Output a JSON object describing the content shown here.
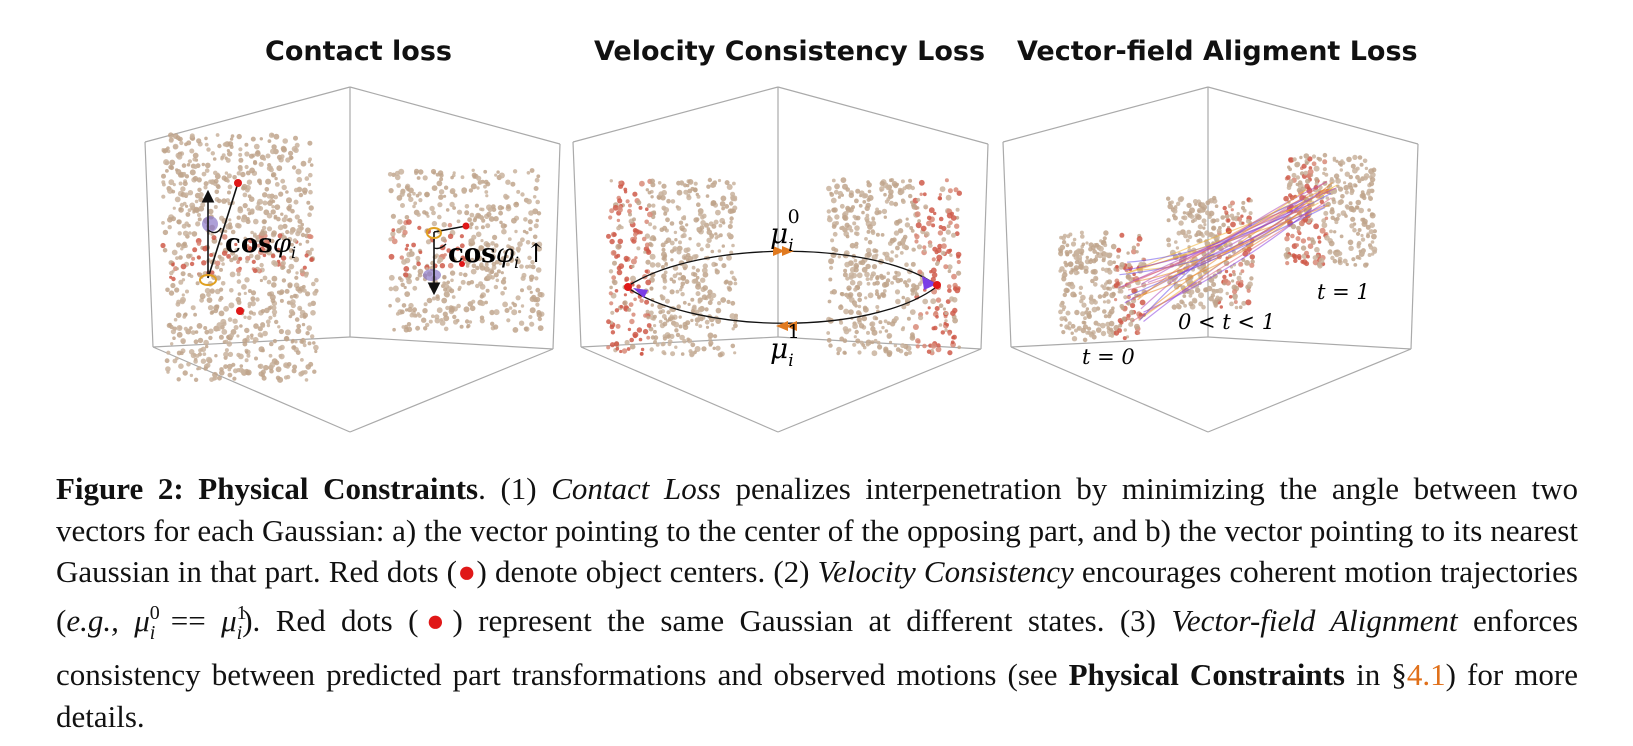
{
  "panels": [
    {
      "title": "Contact loss",
      "label_1": "cos",
      "label_1b": "φ",
      "label_1c": "i",
      "label_2": "cos",
      "label_2b": "φ",
      "label_2c": "i",
      "label_2d": "↑"
    },
    {
      "title": "Velocity Consistency Loss",
      "mu": "μ",
      "sub": "i",
      "sup_top": "0",
      "sup_bottom": "1"
    },
    {
      "title": "Vector-field Aligment Loss",
      "t0": "t = 0",
      "tmid": "0 < t < 1",
      "t1": "t = 1"
    }
  ],
  "caption": {
    "fig_label": "Figure 2: Physical Constraints",
    "p1": ". (1) ",
    "contact": "Contact Loss",
    "p2": " penalizes interpenetration by minimizing the angle between two vectors for each Gaussian: a) the vector pointing to the center of the opposing part, and b) the vector pointing to its nearest Gaussian in that part. Red dots (",
    "dot": "●",
    "p3": ") denote object centers. (2) ",
    "velocity": "Velocity Consistency",
    "p4": " encourages coherent motion trajectories (",
    "eg": "e.g.,",
    "mu": "μ",
    "sub": "i",
    "sup0": "0",
    "eq": " == ",
    "sup1": "1",
    "p5": "). Red dots (",
    "p6": ") represent the same Gaussian at different states. (3) ",
    "vector": "Vector-field Alignment",
    "p7": "  enforces consistency between predicted part transformations and observed motions (see ",
    "phys": "Physical Constraints",
    "p8": " in §",
    "ref": "4.1",
    "p9": ") for more details."
  },
  "colors": {
    "beige": "#c8b49f",
    "red": "#d0604f",
    "orange": "#e0701a",
    "purple": "#7b40e0",
    "frame": "#aaaaaa"
  }
}
